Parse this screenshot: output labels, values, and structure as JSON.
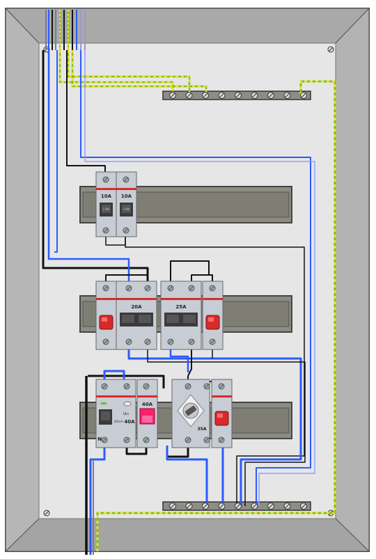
{
  "breakers": {
    "top_left": "10A",
    "top_right": "10A",
    "middle_left": "20A",
    "middle_right": "25A",
    "rcd_small": "30mA",
    "rcd_rating": "40A",
    "bottom_breaker": "40A",
    "switch_rating": "35A"
  },
  "labels": {
    "neutral": "N",
    "rcd_symbol": "IΔn"
  },
  "colors": {
    "enclosure": "#c9c9c9",
    "backplate": "#e6e6e6",
    "rail": "#8a8a80",
    "breaker_red": "#d62b2b",
    "rcd_pink": "#ff1f6a",
    "wire_blue": "#2b5bff",
    "wire_black": "#111111",
    "earth_green": "#7fbf2a",
    "earth_yellow": "#f0e020"
  }
}
